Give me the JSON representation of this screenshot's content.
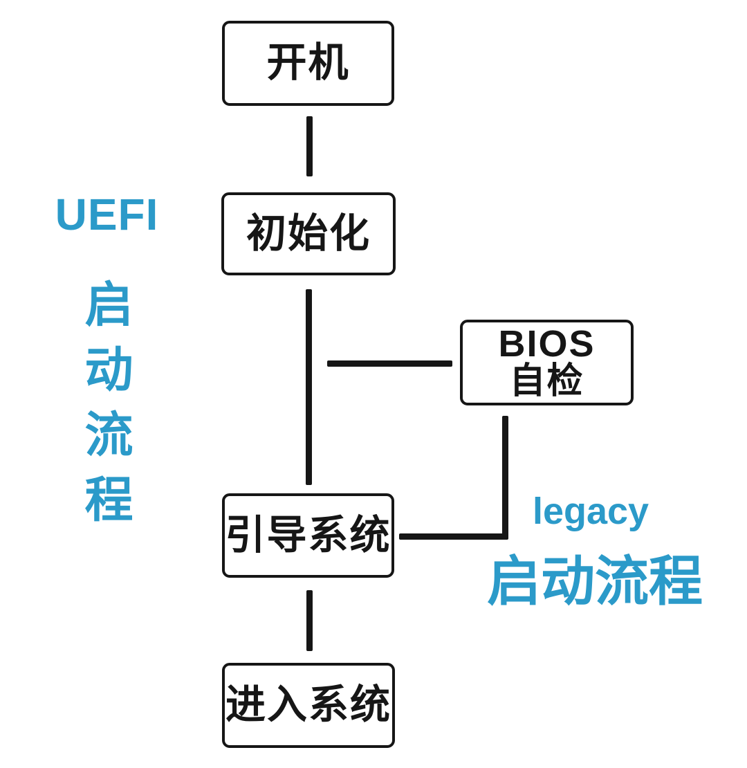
{
  "flowchart": {
    "boxes": {
      "power_on": {
        "label": "开机"
      },
      "init": {
        "label": "初始化"
      },
      "bios_post": {
        "line1": "BIOS",
        "line2": "自检"
      },
      "boot_system": {
        "label": "引导系统"
      },
      "enter_system": {
        "label": "进入系统"
      }
    },
    "connectors": [
      {
        "from": "power_on",
        "to": "init"
      },
      {
        "from": "init",
        "to": "boot_system"
      },
      {
        "from": "init",
        "to": "bios_post"
      },
      {
        "from": "bios_post",
        "to": "boot_system"
      },
      {
        "from": "boot_system",
        "to": "enter_system"
      }
    ]
  },
  "labels": {
    "uefi": {
      "title": "UEFI",
      "subtitle": "启动流程"
    },
    "legacy": {
      "title": "legacy",
      "subtitle": "启动流程"
    }
  },
  "colors": {
    "accent_blue": "#2B9AC9",
    "line_ink": "#161616",
    "background": "#FFFFFF"
  }
}
